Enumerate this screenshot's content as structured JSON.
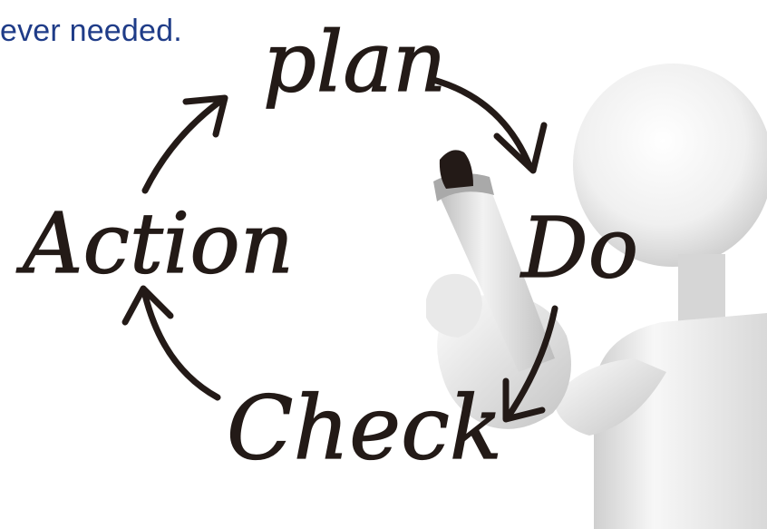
{
  "caption": "ever needed.",
  "cycle": {
    "plan": "plan",
    "do": "Do",
    "check": "Check",
    "action": "Action"
  },
  "colors": {
    "caption": "#1f3c88",
    "ink": "#231a17",
    "figure_light": "#f4f4f4",
    "figure_shade": "#c8c8c8",
    "background": "#ffffff"
  },
  "icons": {
    "figure": "person-with-marker",
    "arrows": "cycle-arrows"
  }
}
